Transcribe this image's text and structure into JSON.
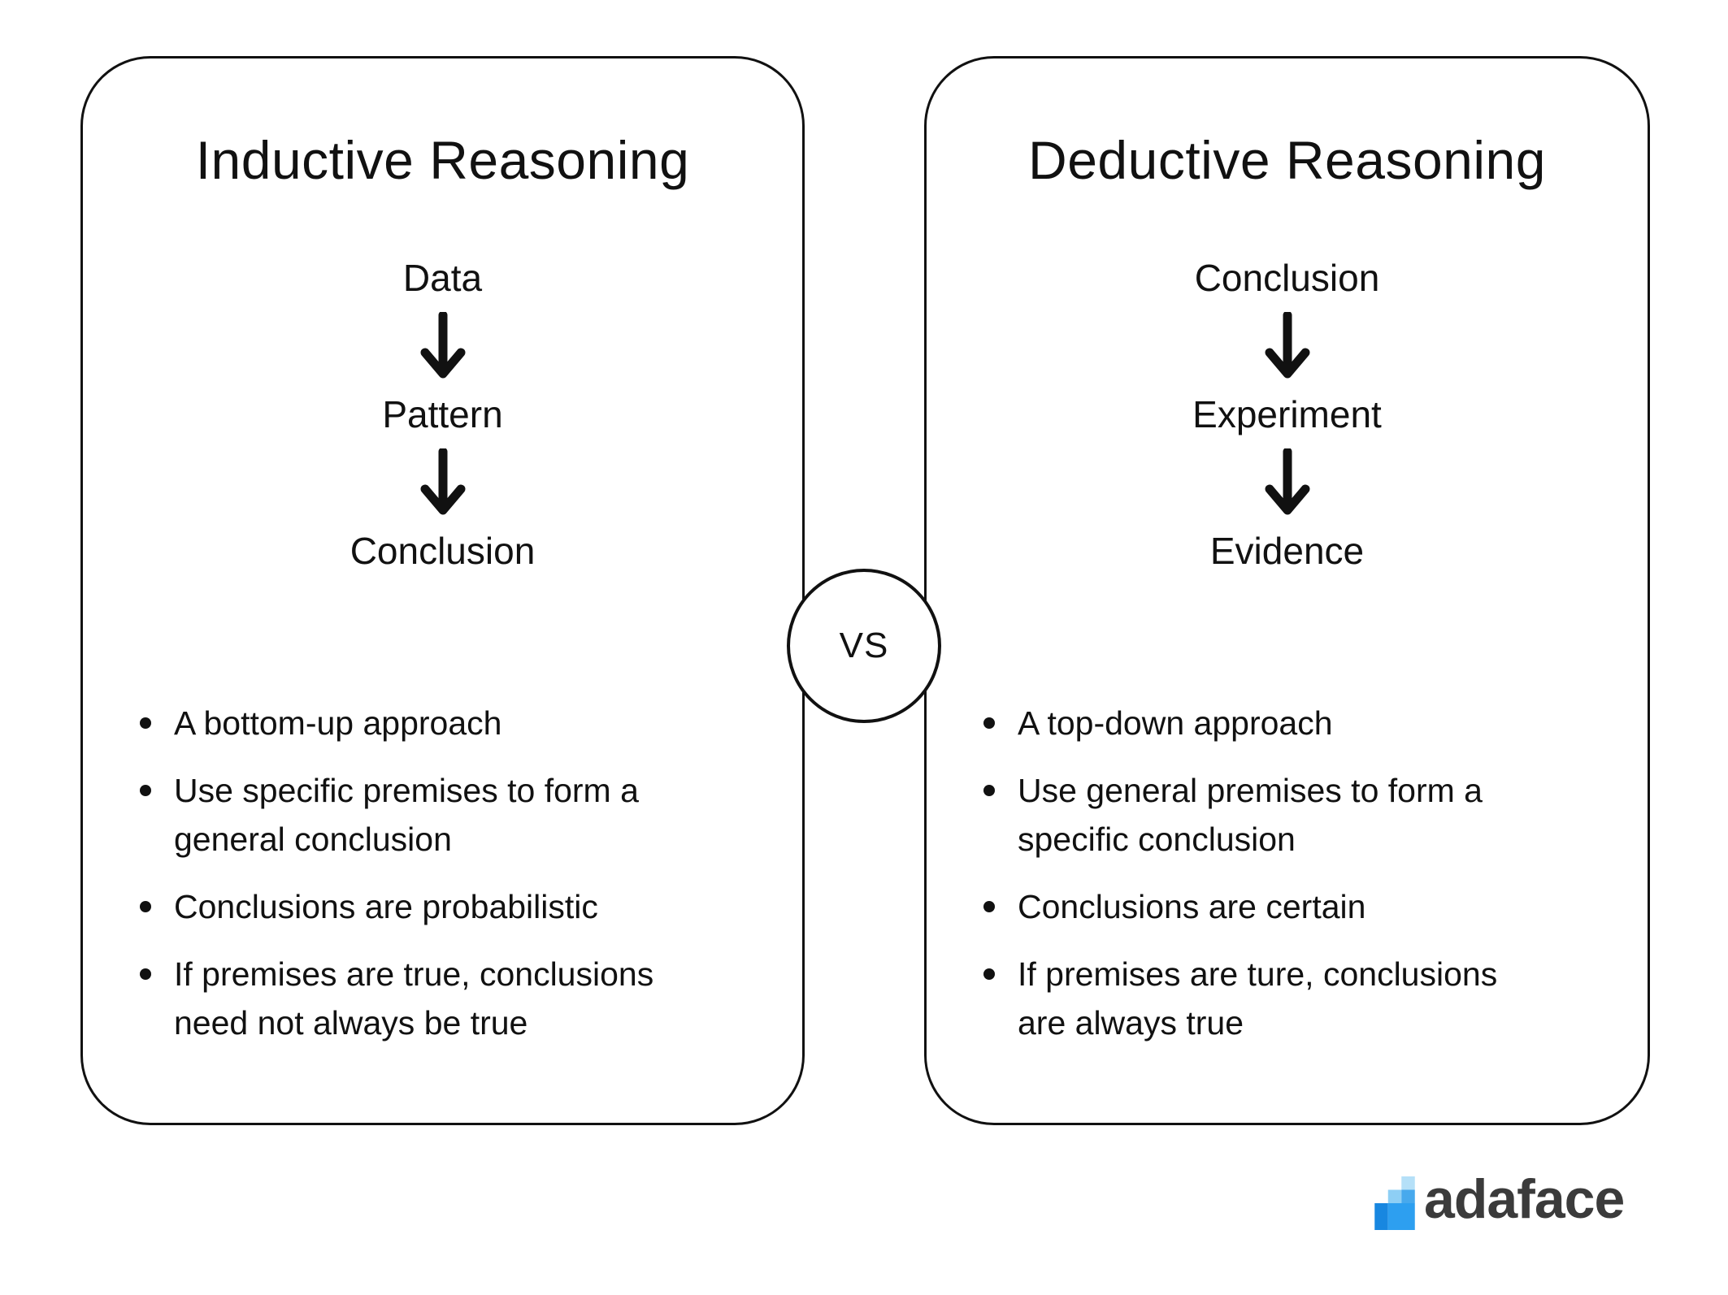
{
  "left_card": {
    "title": "Inductive Reasoning",
    "flow": [
      "Data",
      "Pattern",
      "Conclusion"
    ],
    "bullets": [
      "A bottom-up approach",
      "Use specific premises to form a\ngeneral conclusion",
      "Conclusions are probabilistic",
      "If premises are true, conclusions\nneed not always be true"
    ]
  },
  "right_card": {
    "title": "Deductive Reasoning",
    "flow": [
      "Conclusion",
      "Experiment",
      "Evidence"
    ],
    "bullets": [
      "A top-down approach",
      "Use general premises to form a\nspecific conclusion",
      "Conclusions are certain",
      "If premises are ture, conclusions\nare always true"
    ]
  },
  "vs_label": "VS",
  "brand": {
    "name": "adaface",
    "icon_colors": {
      "light_top": "#b5e0f8",
      "light_mid": "#8ecff5",
      "medium": "#47a9ed",
      "dark_bottom": "#1887e0",
      "bright_bottom": "#2d9ff0"
    },
    "text_color": "#3b3b3b"
  },
  "colors": {
    "ink": "#111111",
    "background": "#ffffff"
  }
}
